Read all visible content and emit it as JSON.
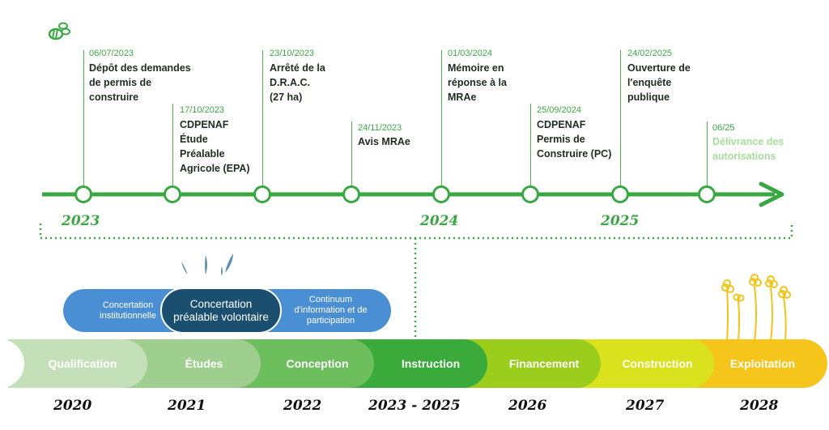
{
  "colors": {
    "timeline_green": "#3aa842",
    "seg_qualification": "#c4e0b8",
    "seg_etudes": "#9fcf8f",
    "seg_conception": "#6dbe5d",
    "seg_instruction": "#3aaa3a",
    "seg_financement": "#9acd1c",
    "seg_construction": "#d9e21c",
    "seg_exploitation": "#f5c51b",
    "pill_blue": "#4a8fd4",
    "pill_dark": "#1b4f6f"
  },
  "events": [
    {
      "date": "06/07/2023",
      "label": "Dépôt des demandes\nde permis de\nconstruire"
    },
    {
      "date": "17/10/2023",
      "label": "CDPENAF\nÉtude\nPréalable\nAgricole (EPA)"
    },
    {
      "date": "23/10/2023",
      "label": "Arrêté de la\nD.R.A.C.\n(27 ha)"
    },
    {
      "date": "24/11/2023",
      "label": "Avis MRAe"
    },
    {
      "date": "01/03/2024",
      "label": "Mémoire en\nréponse à la\nMRAe"
    },
    {
      "date": "25/09/2024",
      "label": "CDPENAF\nPermis de\nConstruire (PC)"
    },
    {
      "date": "24/02/2025",
      "label": "Ouverture de\nl'enquête\npublique"
    },
    {
      "date": "06/25",
      "label": "Délivrance des\nautorisations"
    }
  ],
  "timeline_years": [
    "2023",
    "2024",
    "2025"
  ],
  "concertation": {
    "left": "Concertation\ninstitutionnelle",
    "center": "Concertation\npréalable volontaire",
    "right": "Continuum\nd'information et de\nparticipation"
  },
  "phases": [
    {
      "label": "Qualification",
      "year": "2020"
    },
    {
      "label": "Études",
      "year": "2021"
    },
    {
      "label": "Conception",
      "year": "2022"
    },
    {
      "label": "Instruction",
      "year": "2023 - 2025"
    },
    {
      "label": "Financement",
      "year": "2026"
    },
    {
      "label": "Construction",
      "year": "2027"
    },
    {
      "label": "Exploitation",
      "year": "2028"
    }
  ],
  "icons": [
    "bee-icon",
    "splash-icon",
    "flowers-icon"
  ]
}
